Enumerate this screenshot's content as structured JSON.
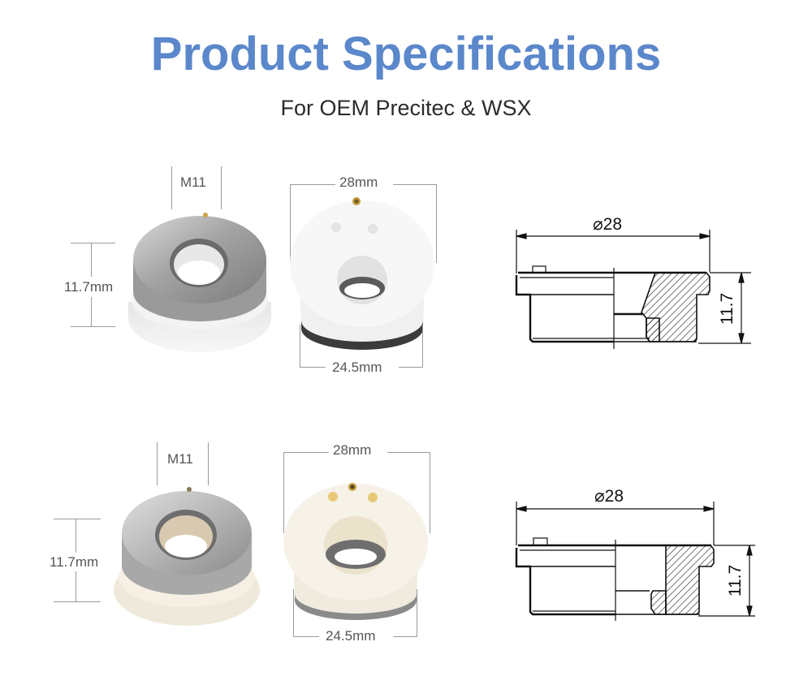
{
  "header": {
    "title": "Product Specifications",
    "subtitle": "For OEM Precitec & WSX",
    "title_color": "#5b87cb"
  },
  "rows": [
    {
      "variant": "white ceramic",
      "ceramic_color": "#f1f1f1",
      "nozzle_front": {
        "thread_label": "M11",
        "height_label": "11.7mm"
      },
      "nozzle_top": {
        "top_diameter_label": "28mm",
        "bottom_diameter_label": "24.5mm"
      },
      "drawing": {
        "diameter_label": "⌀28",
        "height_label": "11.7"
      }
    },
    {
      "variant": "cream ceramic",
      "ceramic_color": "#f3eee2",
      "nozzle_front": {
        "thread_label": "M11",
        "height_label": "11.7mm"
      },
      "nozzle_top": {
        "top_diameter_label": "28mm",
        "bottom_diameter_label": "24.5mm"
      },
      "drawing": {
        "diameter_label": "⌀28",
        "height_label": "11.7"
      }
    }
  ]
}
